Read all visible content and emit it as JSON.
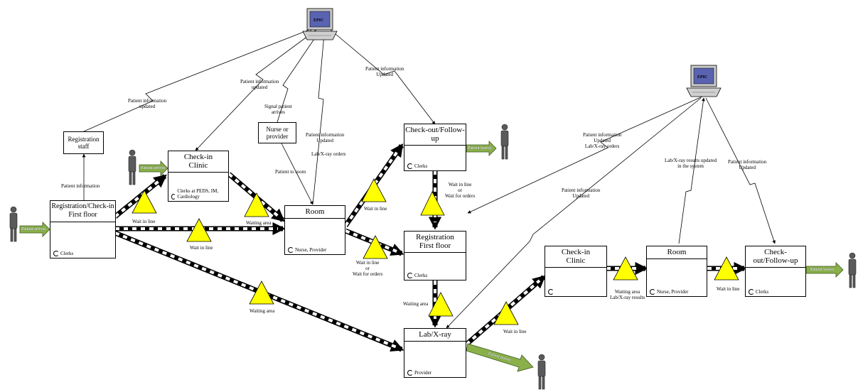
{
  "colors": {
    "wait_triangle": "#ffff00",
    "push_arrow": "#8ab04a",
    "line": "#000000",
    "monitor_screen": "#5a63b0",
    "person": "#5a5a5a"
  },
  "systems": [
    {
      "id": "epic1",
      "label": "EPIC",
      "icon": "computer-icon"
    },
    {
      "id": "epic2",
      "label": "EPIC",
      "icon": "computer-icon"
    }
  ],
  "processes": {
    "registration": {
      "title_lines": [
        "Registration/Check-in",
        "First floor"
      ],
      "resource": "Clerks"
    },
    "checkin1": {
      "title_lines": [
        "Check-in",
        "Clinic"
      ],
      "resource": "Clerks at PEDS, IM, Cardiology"
    },
    "room1": {
      "title_lines": [
        "Room"
      ],
      "resource": "Nurse, Provider"
    },
    "checkout1": {
      "title_lines": [
        "Check-out/Follow-up"
      ],
      "resource": "Clerks"
    },
    "reg2": {
      "title_lines": [
        "Registration",
        "First floor"
      ],
      "resource": "Clerks"
    },
    "labxray": {
      "title_lines": [
        "Lab/X-ray"
      ],
      "resource": "Provider"
    },
    "checkin2": {
      "title_lines": [
        "Check-in",
        "Clinic"
      ],
      "resource": ""
    },
    "room2": {
      "title_lines": [
        "Room"
      ],
      "resource": "Nurse, Provider"
    },
    "checkout2": {
      "title_lines": [
        "Check-out/Follow-up"
      ],
      "resource": "Clerks"
    }
  },
  "small_boxes": {
    "reg_staff": [
      "Registration",
      "staff"
    ],
    "nurse": [
      "Nurse or",
      "provider"
    ]
  },
  "push_labels": {
    "arrive1": "Patient arrives",
    "arrive2": "Patient arrives",
    "leave1": "Patient leaves",
    "leave2": "Patient leaves",
    "leave3": "Patient leaves"
  },
  "info_labels": {
    "info_updated_left": [
      "Patient information",
      "updated"
    ],
    "info_updated_checkin": [
      "Patient information",
      "updated"
    ],
    "signal": [
      "Signal patient",
      "arrives"
    ],
    "info_updated_room": [
      "Patient information",
      "Updated"
    ],
    "lab_orders": [
      "Lab/X-ray orders"
    ],
    "info_updated_checkout": [
      "Patient information",
      "Updated"
    ],
    "patient_information": [
      "Patient information"
    ],
    "patient_to_room": [
      "Patient to room"
    ],
    "info_lab_orders": [
      "Patient information",
      "Updated",
      "Lab/X-ray orders"
    ],
    "info_updated_r2": [
      "Patient information",
      "Updated"
    ],
    "lab_results": [
      "Lab/X-ray results updated",
      "in the system"
    ],
    "info_updated_co2": [
      "Patient information",
      "Updated"
    ]
  },
  "wait_labels": {
    "w_checkin": [
      "Wait in line"
    ],
    "w_room_direct": [
      "Wait in line"
    ],
    "w_room": [
      "Waiting area"
    ],
    "w_lab": [
      "Waiting area"
    ],
    "w_checkout": [
      "Wait in line"
    ],
    "w_reg2_right": [
      "Wait in line",
      "or",
      "Wait for orders"
    ],
    "w_reg2_below": [
      "Wait in line",
      "or",
      "Wait for orders"
    ],
    "w_lab2": [
      "Waiting area"
    ],
    "w_checkin2": [
      "Wait in line"
    ],
    "w_room2": [
      "Waiting area",
      "Lab/X-ray results"
    ],
    "w_checkout2": [
      "Wait in line"
    ]
  }
}
